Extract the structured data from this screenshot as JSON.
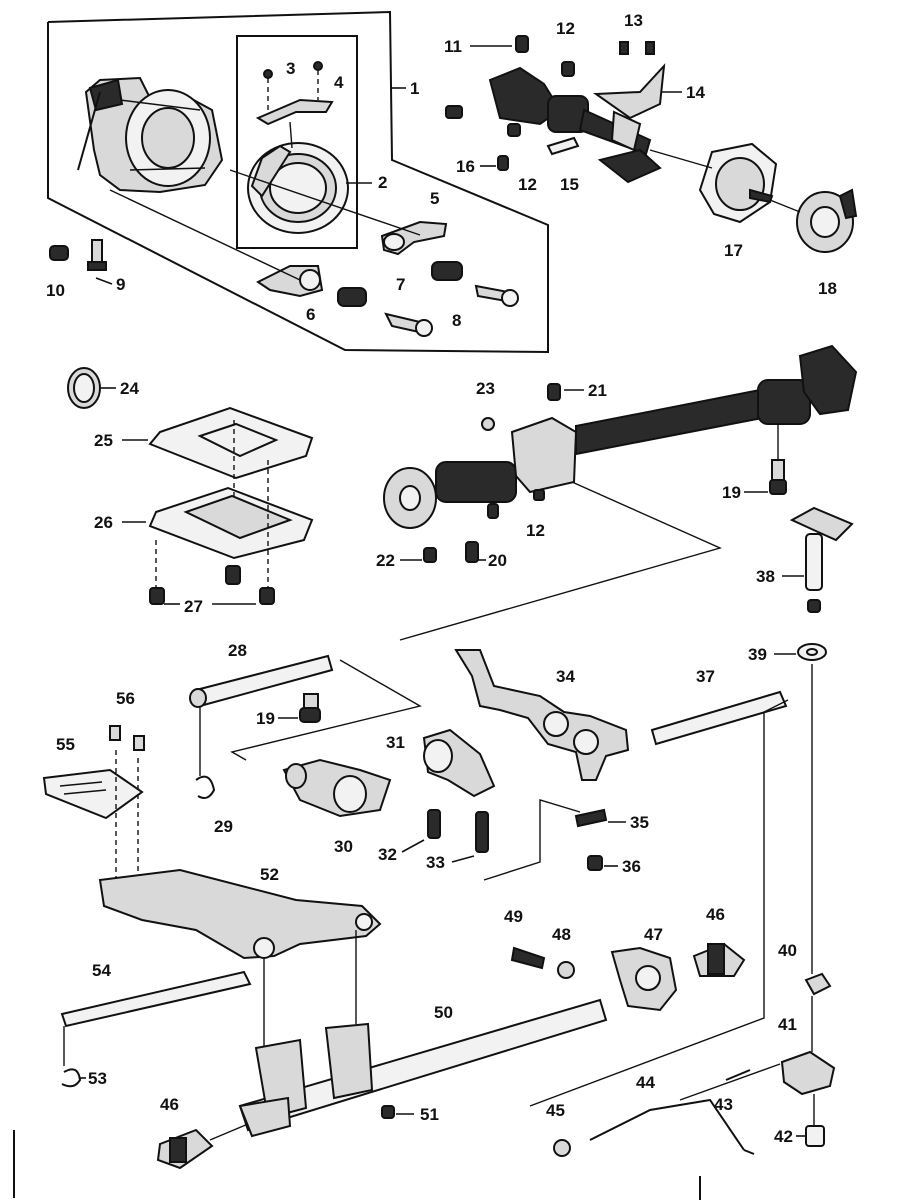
{
  "labels": {
    "l1": "1",
    "l2": "2",
    "l3": "3",
    "l4": "4",
    "l5": "5",
    "l6": "6",
    "l7": "7",
    "l8": "8",
    "l9": "9",
    "l10": "10",
    "l11": "11",
    "l12a": "12",
    "l12b": "12",
    "l12c": "12",
    "l13": "13",
    "l14": "14",
    "l15": "15",
    "l16": "16",
    "l17": "17",
    "l18": "18",
    "l19a": "19",
    "l19b": "19",
    "l20": "20",
    "l21": "21",
    "l22": "22",
    "l23": "23",
    "l24": "24",
    "l25": "25",
    "l26": "26",
    "l27": "27",
    "l28": "28",
    "l29": "29",
    "l30": "30",
    "l31": "31",
    "l32": "32",
    "l33": "33",
    "l34": "34",
    "l35": "35",
    "l36": "36",
    "l37": "37",
    "l38": "38",
    "l39": "39",
    "l40": "40",
    "l41": "41",
    "l42": "42",
    "l43": "43",
    "l44": "44",
    "l45": "45",
    "l46a": "46",
    "l46b": "46",
    "l47": "47",
    "l48": "48",
    "l49": "49",
    "l50": "50",
    "l51": "51",
    "l52": "52",
    "l53": "53",
    "l54": "54",
    "l55": "55",
    "l56": "56"
  }
}
